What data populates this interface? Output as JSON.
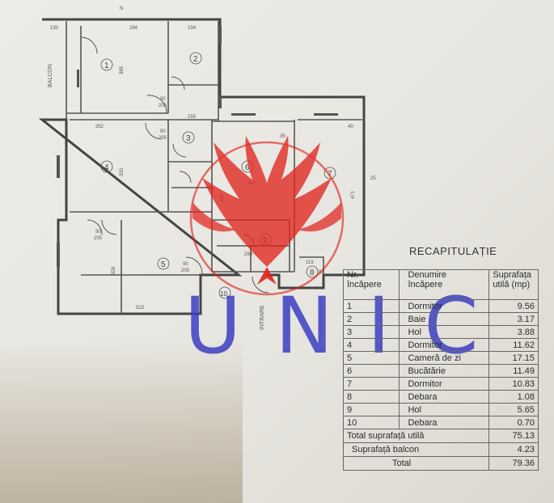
{
  "plan": {
    "north_mark": "N",
    "balcony": "BALCON",
    "entrance": "INTRARE",
    "room_numbers": [
      "1",
      "2",
      "3",
      "4",
      "5",
      "6",
      "7",
      "8",
      "9",
      "10"
    ],
    "dims": {
      "d130": "130",
      "d294": "294",
      "d154": "154",
      "d352": "352",
      "d155": "155",
      "d523": "523",
      "d328": "328",
      "d330": "330",
      "d385": "385",
      "d290": "290",
      "d232": "232",
      "d471": "471",
      "d90a": "90",
      "d205a": "205",
      "d90b": "90",
      "d205b": "205",
      "d90c": "90",
      "d205c": "205",
      "d90d": "90",
      "d205d": "205",
      "d25": "25",
      "d35": "35",
      "d40": "40",
      "d119": "119",
      "d93": "93",
      "d250": "250"
    }
  },
  "recap": {
    "title": "RECAPITULAȚIE",
    "headers": [
      "Nr.\nîncăpere",
      "Denumire\nîncăpere",
      "Suprafața\nutilă (mp)"
    ],
    "rows": [
      {
        "nr": "1",
        "name": "Dormitor",
        "area": "9.56"
      },
      {
        "nr": "2",
        "name": "Baie",
        "area": "3.17"
      },
      {
        "nr": "3",
        "name": "Hol",
        "area": "3.88"
      },
      {
        "nr": "4",
        "name": "Dormitor",
        "area": "11.62"
      },
      {
        "nr": "5",
        "name": "Cameră de zi",
        "area": "17.15"
      },
      {
        "nr": "6",
        "name": "Bucătărie",
        "area": "11.49"
      },
      {
        "nr": "7",
        "name": "Dormitor",
        "area": "10.83"
      },
      {
        "nr": "8",
        "name": "Debara",
        "area": "1.08"
      },
      {
        "nr": "9",
        "name": "Hol",
        "area": "5.65"
      },
      {
        "nr": "10",
        "name": "Debara",
        "area": "0.70"
      }
    ],
    "total_useful_label": "Total suprafață utilă",
    "total_useful": "75.13",
    "balcony_label": "Suprafață balcon",
    "balcony_area": "4.23",
    "total_label": "Total",
    "total": "79.36"
  },
  "watermark": {
    "text": "UNIC",
    "logo": "phoenix-logo",
    "colors": {
      "letters": "#3c3fc2",
      "phoenix": "#e0231b"
    }
  }
}
